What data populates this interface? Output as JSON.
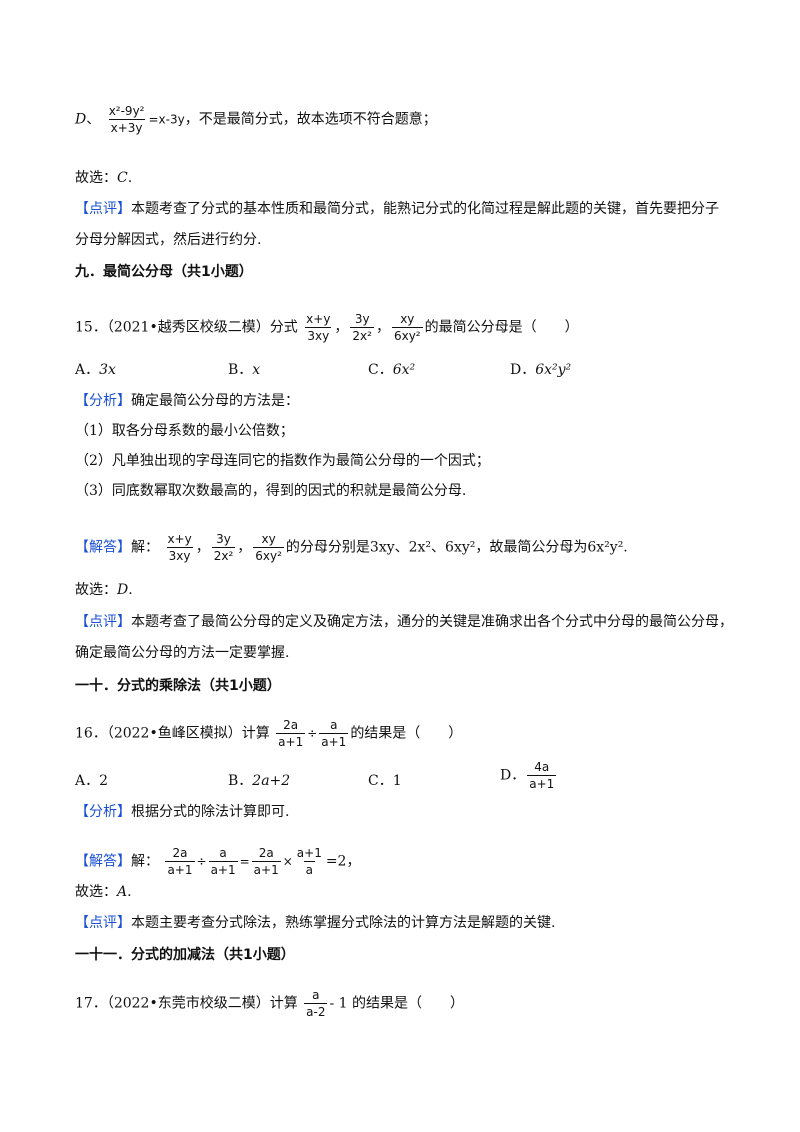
{
  "d_option": {
    "label": "D",
    "num": "x²-9y²",
    "den": "x+3y",
    "eq": "=x-3y",
    "text": "，不是最简分式，故本选项不符合题意；"
  },
  "answer1": {
    "prefix": "故选：",
    "choice": "C",
    "end": "."
  },
  "review1": {
    "tag": "【点评】",
    "line1": "本题考查了分式的基本性质和最简分式，能熟记分式的化简过程是解此题的关键，首先要把分子",
    "line2": "分母分解因式，然后进行约分."
  },
  "section9": "九．最简公分母（共1小题）",
  "q15": {
    "number": "15．（2021•越秀区校级二模）分式",
    "f1n": "x+y",
    "f1d": "3xy",
    "f2n": "3y",
    "f2d": "2x²",
    "f3n": "xy",
    "f3d": "6xy²",
    "tail": "的最简公分母是（　　）",
    "options": [
      {
        "label": "A．",
        "value": "3x"
      },
      {
        "label": "B．",
        "value": "x"
      },
      {
        "label": "C．",
        "value": "6x²"
      },
      {
        "label": "D．",
        "value": "6x²y²"
      }
    ]
  },
  "analysis15": {
    "tag": "【分析】",
    "text": "确定最简公分母的方法是：",
    "steps": [
      "（1）取各分母系数的最小公倍数；",
      "（2）凡单独出现的字母连同它的指数作为最简公分母的一个因式；",
      "（3）同底数幂取次数最高的，得到的因式的积就是最简公分母."
    ]
  },
  "solution15": {
    "tag": "【解答】",
    "prefix": "解：",
    "text": "的分母分别是3xy、2x²、6xy²，故最简公分母为6x²y²."
  },
  "answer2": {
    "prefix": "故选：",
    "choice": "D",
    "end": "."
  },
  "review2": {
    "tag": "【点评】",
    "line1": "本题考查了最简公分母的定义及确定方法，通分的关键是准确求出各个分式中分母的最简公分母，",
    "line2": "确定最简公分母的方法一定要掌握."
  },
  "section10": "一十．分式的乘除法（共1小题）",
  "q16": {
    "number": "16．（2022•鱼峰区模拟）计算",
    "f1n": "2a",
    "f1d": "a+1",
    "op": "÷",
    "f2n": "a",
    "f2d": "a+1",
    "tail": "的结果是（　　）",
    "options": [
      {
        "label": "A．",
        "value": "2"
      },
      {
        "label": "B．",
        "value": "2a+2"
      },
      {
        "label": "C．",
        "value": "1"
      },
      {
        "label": "D．",
        "num": "4a",
        "den": "a+1"
      }
    ]
  },
  "analysis16": {
    "tag": "【分析】",
    "text": "根据分式的除法计算即可."
  },
  "solution16": {
    "tag": "【解答】",
    "prefix": "解：",
    "f1n": "2a",
    "f1d": "a+1",
    "op1": "÷",
    "f2n": "a",
    "f2d": "a+1",
    "op2": "=",
    "f3n": "2a",
    "f3d": "a+1",
    "op3": "×",
    "f4n": "a+1",
    "f4d": "a",
    "result": "=2，"
  },
  "answer3": {
    "prefix": "故选：",
    "choice": "A",
    "end": "."
  },
  "review3": {
    "tag": "【点评】",
    "line1": "本题主要考查分式除法，熟练掌握分式除法的计算方法是解题的关键."
  },
  "section11": "一十一．分式的加减法（共1小题）",
  "q17": {
    "number": "17．（2022•东莞市校级二模）计算",
    "fn": "a",
    "fd": "a-2",
    "tail": "- 1 的结果是（　　）"
  }
}
